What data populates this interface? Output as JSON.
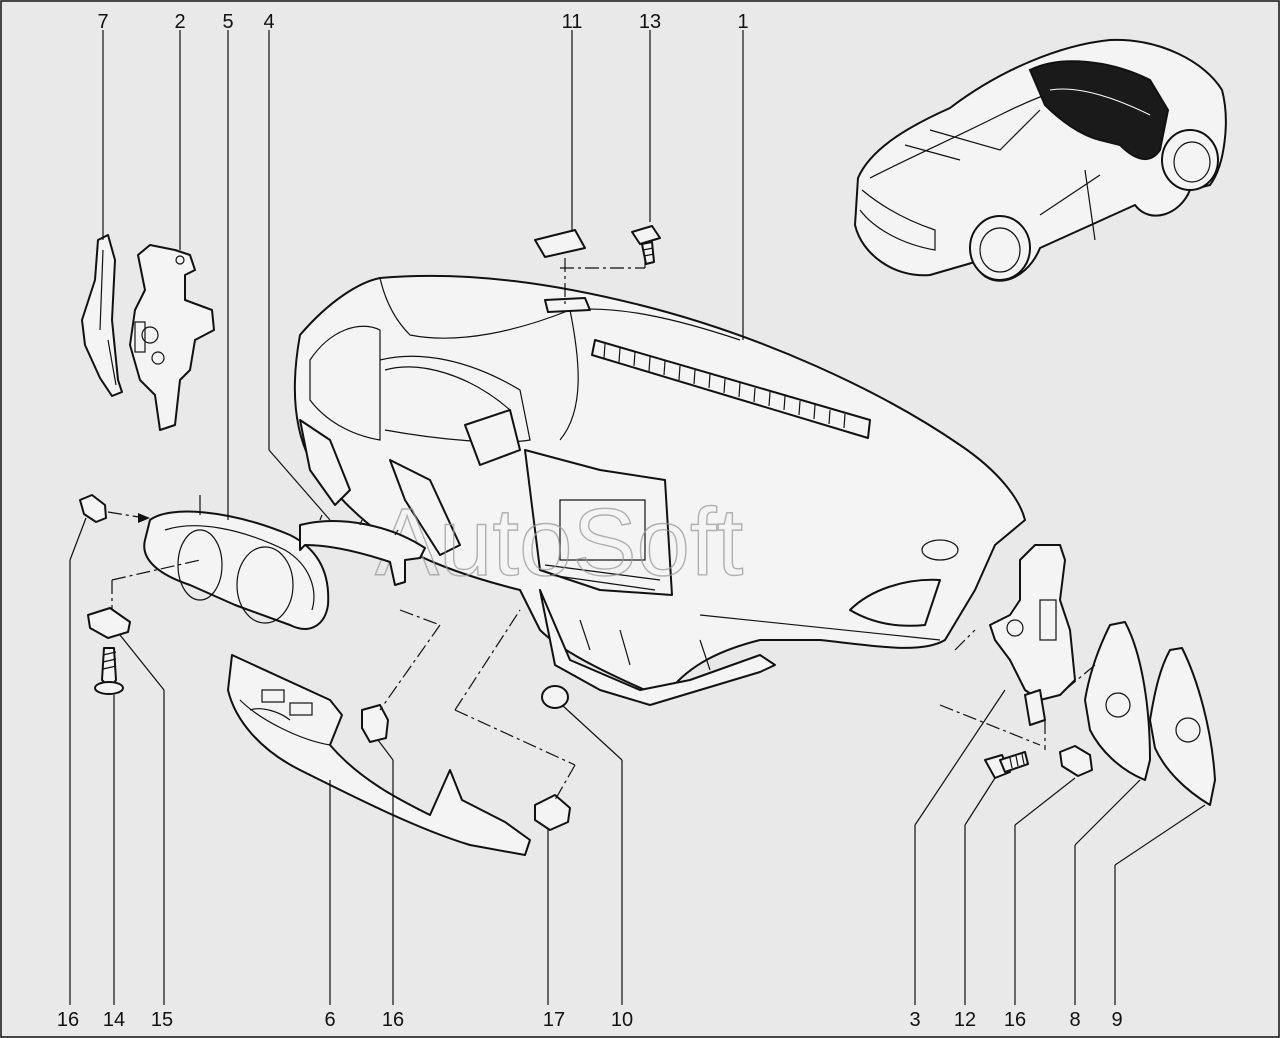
{
  "diagram": {
    "background": "#e9e9e9",
    "line_color": "#111111",
    "watermark": "AutoSoft",
    "callouts": [
      {
        "id": "c7",
        "text": "7"
      },
      {
        "id": "c2",
        "text": "2"
      },
      {
        "id": "c5",
        "text": "5"
      },
      {
        "id": "c4",
        "text": "4"
      },
      {
        "id": "c11",
        "text": "11"
      },
      {
        "id": "c13",
        "text": "13"
      },
      {
        "id": "c1",
        "text": "1"
      },
      {
        "id": "c16a",
        "text": "16"
      },
      {
        "id": "c14",
        "text": "14"
      },
      {
        "id": "c15",
        "text": "15"
      },
      {
        "id": "c6",
        "text": "6"
      },
      {
        "id": "c16b",
        "text": "16"
      },
      {
        "id": "c17",
        "text": "17"
      },
      {
        "id": "c10",
        "text": "10"
      },
      {
        "id": "c3",
        "text": "3"
      },
      {
        "id": "c12",
        "text": "12"
      },
      {
        "id": "c16c",
        "text": "16"
      },
      {
        "id": "c8",
        "text": "8"
      },
      {
        "id": "c9",
        "text": "9"
      }
    ]
  }
}
